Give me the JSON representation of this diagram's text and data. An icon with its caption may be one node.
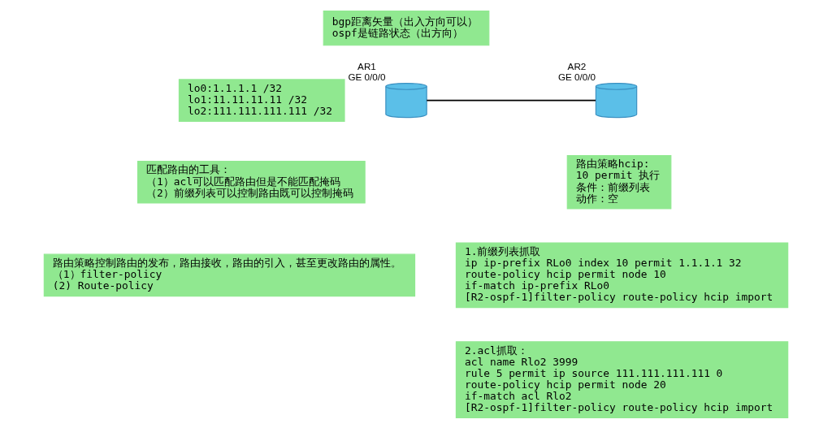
{
  "diagram": {
    "nodes": [
      {
        "text": [
          "bgp距离矢量（出入方向可以）",
          "ospf是链路状态（出方向）"
        ]
      },
      {
        "text": [
          "lo0:1.1.1.1 /32",
          "lo1:11.11.11.11 /32",
          "lo2:111.111.111.111 /32"
        ]
      },
      {
        "text": [],
        "shape": "cylinder",
        "beside": [
          "AR1",
          "GE 0/0/0"
        ]
      },
      {
        "text": [],
        "shape": "cylinder",
        "beside": [
          "AR2",
          "GE 0/0/0"
        ]
      },
      {
        "text": [
          "匹配路由的工具：",
          "（1）acl可以匹配路由但是不能匹配掩码",
          "（2）前缀列表可以控制路由既可以控制掩码"
        ]
      },
      {
        "text": [
          "路由策略控制路由的发布，路由接收，路由的引入，甚至更改路由的属性。",
          "（1）filter-policy",
          "(2) Route-policy"
        ]
      },
      {
        "text": [
          "路由策略hcip:",
          "10 permit 执行",
          "条件：前缀列表",
          "动作：空"
        ]
      },
      {
        "text": [
          "1.前缀列表抓取",
          "ip ip-prefix RLo0 index 10 permit 1.1.1.1 32",
          "route-policy hcip permit node 10",
          "if-match ip-prefix RLo0",
          "[R2-ospf-1]filter-policy route-policy hcip import"
        ]
      },
      {
        "text": [
          "2.acl抓取：",
          "acl name Rlo2 3999",
          "rule 5 permit ip source 111.111.111.111 0",
          "route-policy hcip permit node 20",
          "if-match acl Rlo2",
          "[R2-ospf-1]filter-policy route-policy hcip import"
        ]
      }
    ],
    "edges": [
      {
        "from": 2,
        "to": 3,
        "arrow": "none"
      }
    ]
  }
}
